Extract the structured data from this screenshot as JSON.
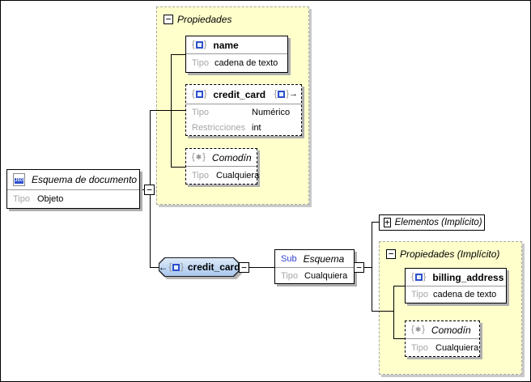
{
  "icons": {
    "collapse": "−",
    "expand": "+",
    "brace_open": "{",
    "brace_close": "}",
    "wildcard": "✱",
    "arrow_right": "→",
    "arrow_left": "←",
    "json_badge": "JSO"
  },
  "colors": {
    "group_fill": "#FFFFCC",
    "node_fill_top": "#DCEAFA",
    "node_fill_bottom": "#A9C7EC",
    "icon_blue": "#2D50CC",
    "label_gray": "#A6A6A6",
    "sub_prefix_blue": "#2B3FD0"
  },
  "groups": {
    "propiedades": {
      "label": "Propiedades"
    },
    "propiedades_implicito": {
      "label": "Propiedades (Implícito)"
    }
  },
  "boxes": {
    "esquema": {
      "title": "Esquema de documento",
      "rows": [
        {
          "label": "Tipo",
          "value": "Objeto"
        }
      ]
    },
    "name": {
      "title": "name",
      "rows": [
        {
          "label": "Tipo",
          "value": "cadena de texto"
        }
      ]
    },
    "credit_card_prop": {
      "title": "credit_card",
      "rows": [
        {
          "label": "Tipo",
          "value": "Numérico"
        },
        {
          "label": "Restricciones",
          "value": "int"
        }
      ]
    },
    "comodin1": {
      "title": "Comodín",
      "rows": [
        {
          "label": "Tipo",
          "value": "Cualquiera"
        }
      ]
    },
    "credit_card_node": {
      "title": "credit_card"
    },
    "sub_esquema": {
      "prefix": "Sub",
      "title": "Esquema",
      "rows": [
        {
          "label": "Tipo",
          "value": "Cualquiera"
        }
      ]
    },
    "elementos": {
      "title": "Elementos (Implícito)"
    },
    "billing_address": {
      "title": "billing_address",
      "rows": [
        {
          "label": "Tipo",
          "value": "cadena de texto"
        }
      ]
    },
    "comodin2": {
      "title": "Comodín",
      "rows": [
        {
          "label": "Tipo",
          "value": "Cualquiera"
        }
      ]
    }
  }
}
